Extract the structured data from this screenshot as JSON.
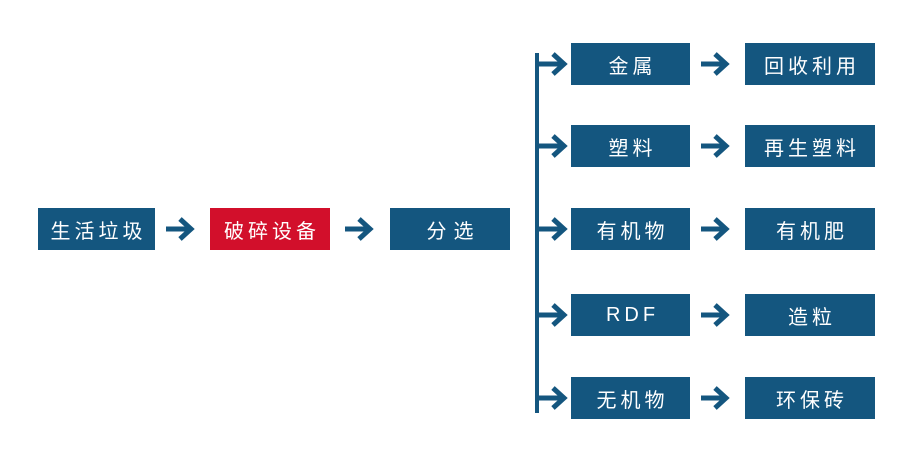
{
  "colors": {
    "primary_blue": "#14567F",
    "accent_red": "#D20F2B",
    "box_text": "#FFFFFF",
    "background": "#FFFFFF"
  },
  "diagram": {
    "type": "flowchart",
    "description_language": "zh-CN"
  },
  "main_flow": {
    "nodes": [
      {
        "id": "household-waste",
        "label": "生活垃圾",
        "color": "#14567F"
      },
      {
        "id": "crushing-equipment",
        "label": "破碎设备",
        "color": "#D20F2B"
      },
      {
        "id": "sorting",
        "label": "分选",
        "color": "#14567F"
      }
    ]
  },
  "branches": [
    {
      "source": "金属",
      "result": "回收利用"
    },
    {
      "source": "塑料",
      "result": "再生塑料"
    },
    {
      "source": "有机物",
      "result": "有机肥"
    },
    {
      "source": "RDF",
      "result": "造粒"
    },
    {
      "source": "无机物",
      "result": "环保砖"
    }
  ]
}
